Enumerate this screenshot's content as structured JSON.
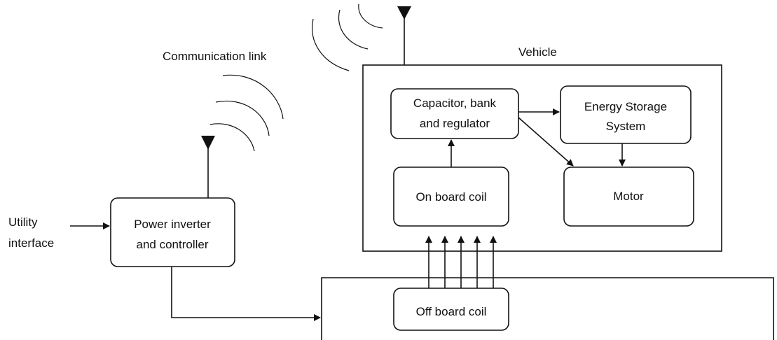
{
  "labels": {
    "communication_link": "Communication link",
    "vehicle": "Vehicle",
    "utility_line1": "Utility",
    "utility_line2": "interface"
  },
  "blocks": {
    "capacitor_line1": "Capacitor, bank",
    "capacitor_line2": "and regulator",
    "energy_line1": "Energy Storage",
    "energy_line2": "System",
    "onboard_coil": "On board coil",
    "motor": "Motor",
    "inverter_line1": "Power inverter",
    "inverter_line2": "and controller",
    "offboard_coil": "Off board coil"
  },
  "colors": {
    "stroke": "#111111",
    "background": "#ffffff"
  },
  "icons": [
    "antenna-icon",
    "signal-wave-icon",
    "arrow-icon"
  ]
}
